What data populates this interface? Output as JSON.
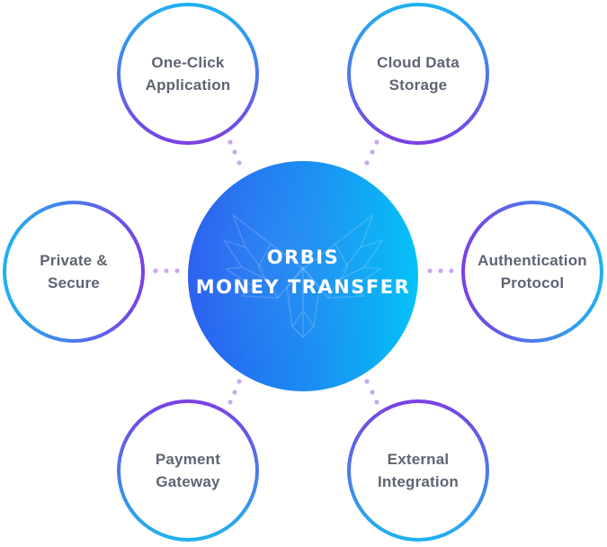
{
  "center": {
    "title_line1": "ORBIS",
    "title_line2": "MONEY TRANSFER"
  },
  "nodes": [
    {
      "label": "One-Click\nApplication"
    },
    {
      "label": "Cloud Data\nStorage"
    },
    {
      "label": "Private &\nSecure"
    },
    {
      "label": "Authentication\nProtocol"
    },
    {
      "label": "Payment\nGateway"
    },
    {
      "label": "External\nIntegration"
    }
  ],
  "colors": {
    "hub_gradient_start": "#2a5ff0",
    "hub_gradient_end": "#05c2f7",
    "ring_purple": "#7b3fe4",
    "ring_cyan": "#1fb3f0",
    "connector_dots": "#c9a8f2",
    "label_text": "#5f6472"
  }
}
